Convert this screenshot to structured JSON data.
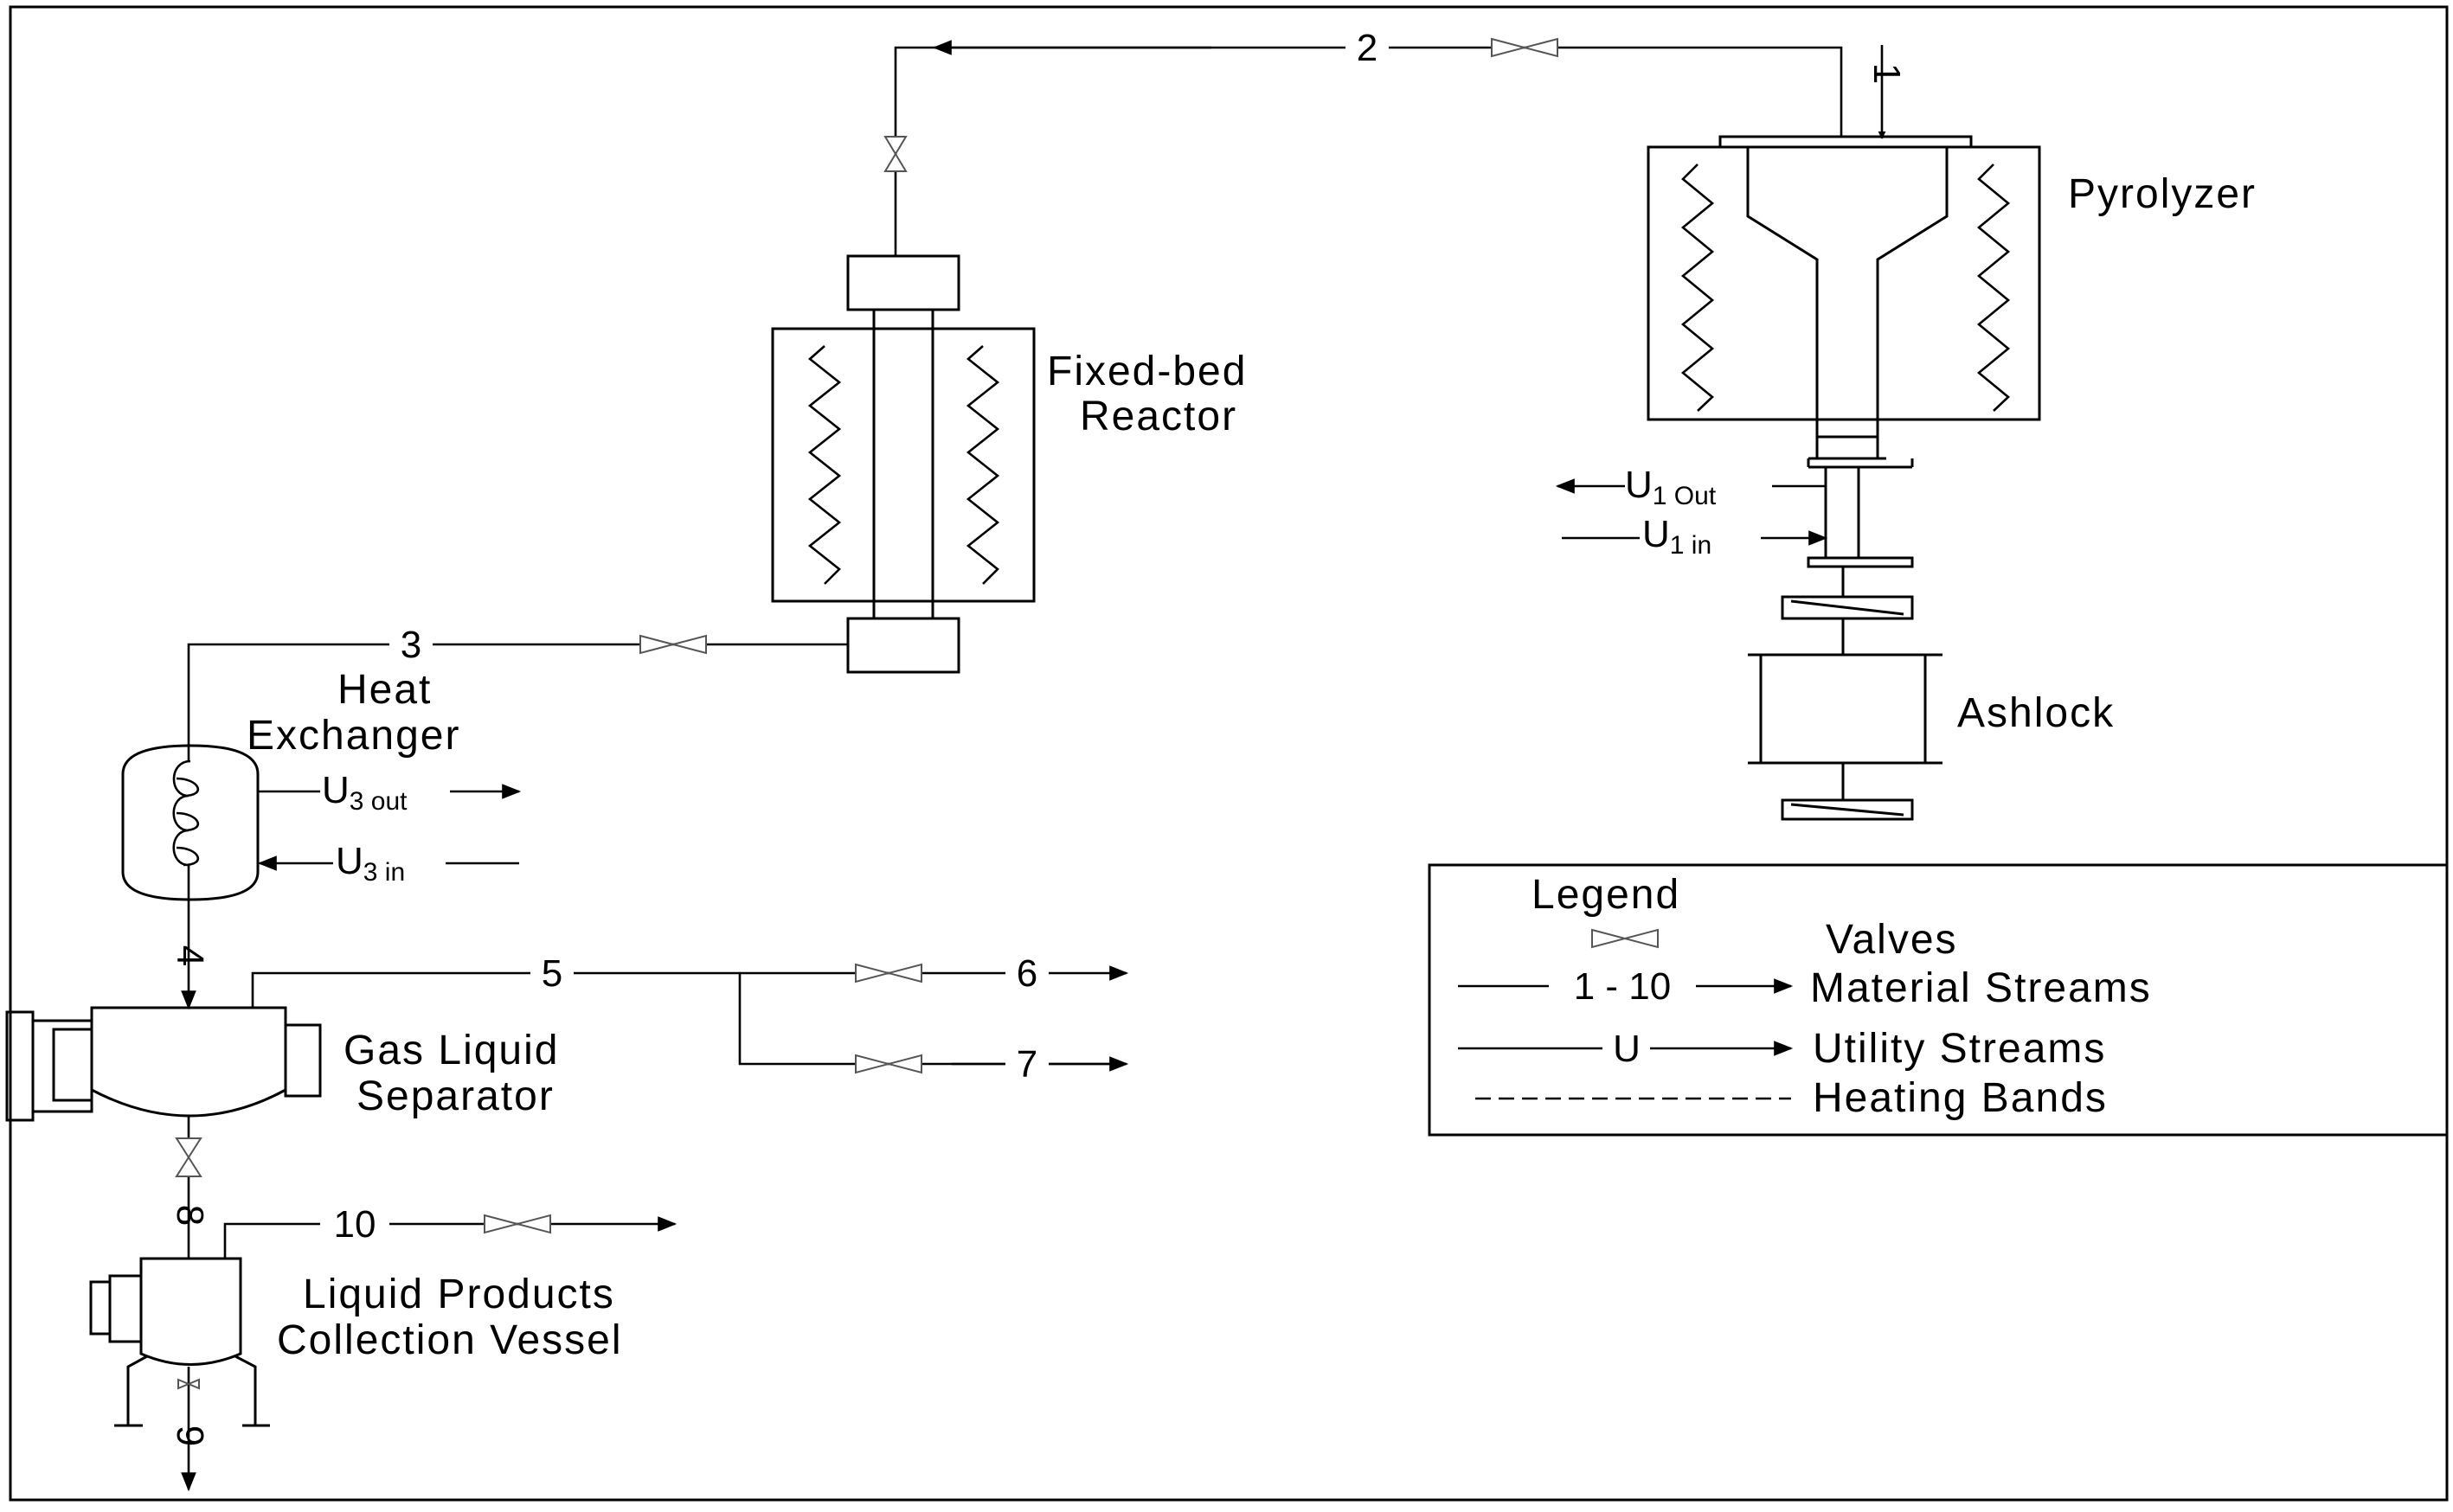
{
  "equipment": {
    "pyrolyzer": "Pyrolyzer",
    "ashlock": "Ashlock",
    "reactor_line1": "Fixed-bed",
    "reactor_line2": "Reactor",
    "hx_line1": "Heat",
    "hx_line2": "Exchanger",
    "separator_line1": "Gas Liquid",
    "separator_line2": "Separator",
    "vessel_line1": "Liquid Products",
    "vessel_line2": "Collection Vessel"
  },
  "streams": {
    "s1": "1",
    "s2": "2",
    "s3": "3",
    "s4": "4",
    "s5": "5",
    "s6": "6",
    "s7": "7",
    "s8": "8",
    "s9": "9",
    "s10": "10"
  },
  "utilities": {
    "u1_out": {
      "main": "U",
      "sub": "1 Out"
    },
    "u1_in": {
      "main": "U",
      "sub": "1 in"
    },
    "u3_out": {
      "main": "U",
      "sub": "3 out"
    },
    "u3_in": {
      "main": "U",
      "sub": "3 in"
    }
  },
  "legend": {
    "title": "Legend",
    "valves": "Valves",
    "material_symbol": "1 - 10",
    "material": "Material Streams",
    "utility_symbol": "U",
    "utility": "Utility Streams",
    "heating": "Heating Bands"
  }
}
